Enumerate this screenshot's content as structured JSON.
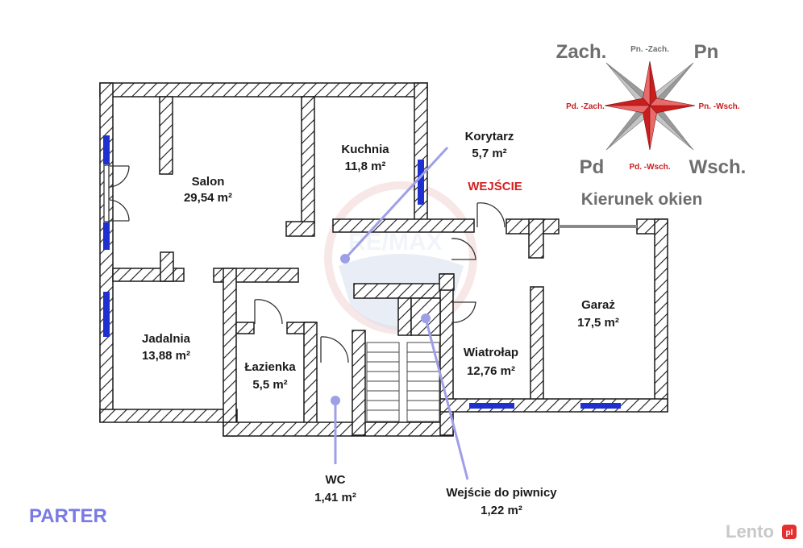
{
  "rooms": {
    "salon": {
      "name": "Salon",
      "area": "29,54 m²"
    },
    "kuchnia": {
      "name": "Kuchnia",
      "area": "11,8 m²"
    },
    "korytarz": {
      "name": "Korytarz",
      "area": "5,7 m²"
    },
    "jadalnia": {
      "name": "Jadalnia",
      "area": "13,88 m²"
    },
    "lazienka": {
      "name": "Łazienka",
      "area": "5,5 m²"
    },
    "wiatrolap": {
      "name": "Wiatrołap",
      "area": "12,76 m²"
    },
    "garaz": {
      "name": "Garaż",
      "area": "17,5 m²"
    },
    "wc": {
      "name": "WC",
      "area": "1,41 m²"
    },
    "piwnica": {
      "name": "Wejście do piwnicy",
      "area": "1,22 m²"
    }
  },
  "entrance_label": "WEJŚCIE",
  "floor_label": "PARTER",
  "compass": {
    "zach": "Zach.",
    "pn": "Pn",
    "pd": "Pd",
    "wsch": "Wsch.",
    "pn_zach": "Pn. -Zach.",
    "pd_zach": "Pd. -Zach.",
    "pn_wsch": "Pn. -Wsch.",
    "pd_wsch": "Pd. -Wsch.",
    "caption": "Kierunek okien"
  },
  "watermark": "RE/MAX",
  "brand": "Lento",
  "brand_badge": "pl",
  "colors": {
    "wall_hatch": "#1a1a1a",
    "window": "#1f2fd0",
    "pointer": "#9f9fe8",
    "entrance": "#d42020",
    "compass_red": "#c81e1e",
    "compass_gray": "#8a8a8a"
  }
}
